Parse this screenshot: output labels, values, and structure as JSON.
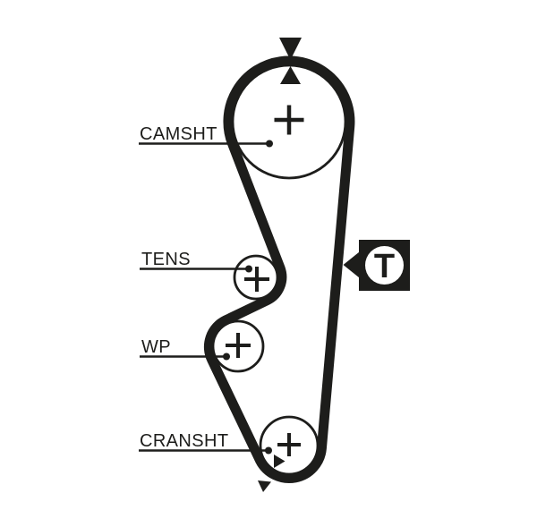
{
  "colors": {
    "ink": "#1d1d1b",
    "background": "#ffffff"
  },
  "labels": {
    "camshaft": "CAMSHT",
    "tensioner": "TENS",
    "water_pump": "WP",
    "crankshaft": "CRANSHT"
  },
  "tensioner_marker": {
    "label": "T"
  }
}
